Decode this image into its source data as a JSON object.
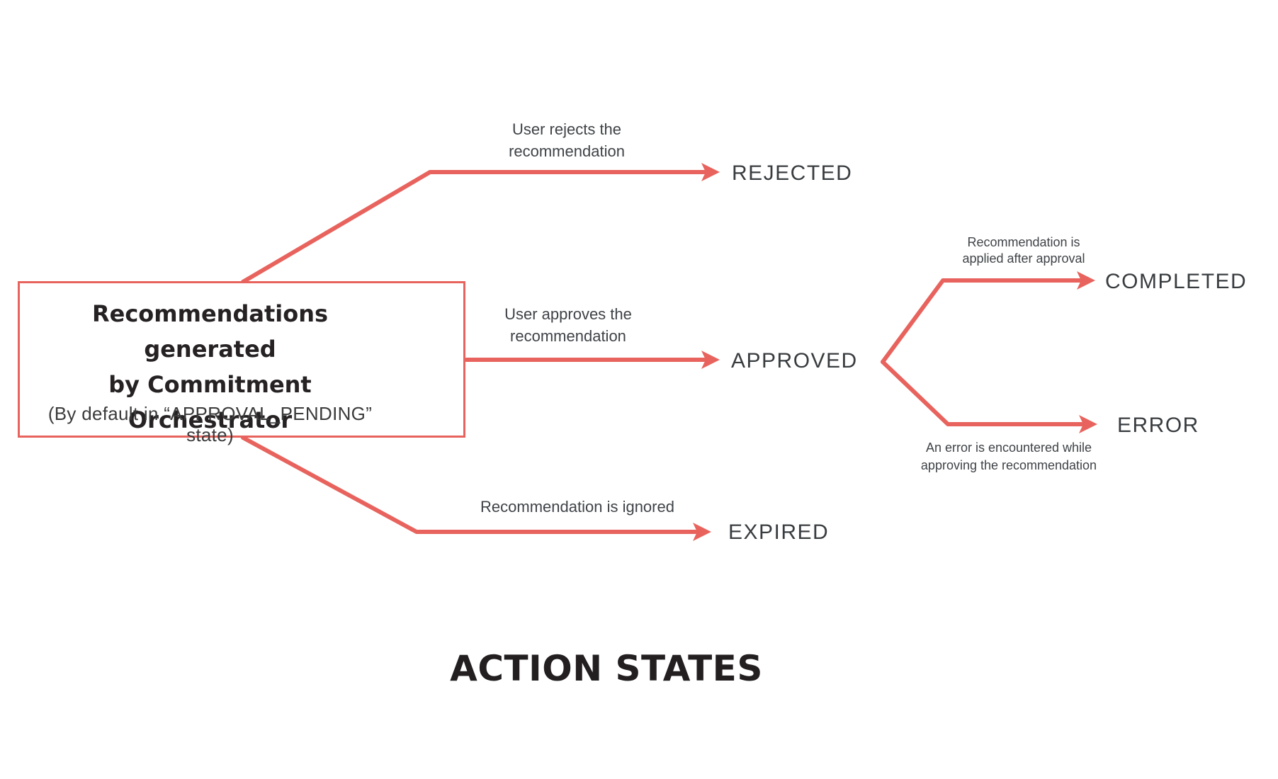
{
  "colors": {
    "accent": "#E8635D",
    "ink": "#262223",
    "node": "#393d40",
    "label": "#3f4347"
  },
  "source_box": {
    "title_lines": [
      "Recommendations generated",
      "by Commitment Orchestrator"
    ],
    "subtitle": "(By default in “APPROVAL_PENDING” state)"
  },
  "nodes": {
    "rejected": {
      "label": "REJECTED"
    },
    "approved": {
      "label": "APPROVED"
    },
    "completed": {
      "label": "COMPLETED"
    },
    "error": {
      "label": "ERROR"
    },
    "expired": {
      "label": "EXPIRED"
    }
  },
  "edges": {
    "reject": {
      "lines": [
        "User rejects the",
        "recommendation"
      ]
    },
    "approve": {
      "lines": [
        "User approves the",
        "recommendation"
      ]
    },
    "expire": {
      "lines": [
        "Recommendation is ignored"
      ]
    },
    "complete": {
      "lines": [
        "Recommendation is",
        "applied after approval"
      ]
    },
    "error": {
      "lines": [
        "An error is encountered while",
        "approving the recommendation"
      ]
    }
  },
  "footer": {
    "title": "ACTION STATES"
  }
}
